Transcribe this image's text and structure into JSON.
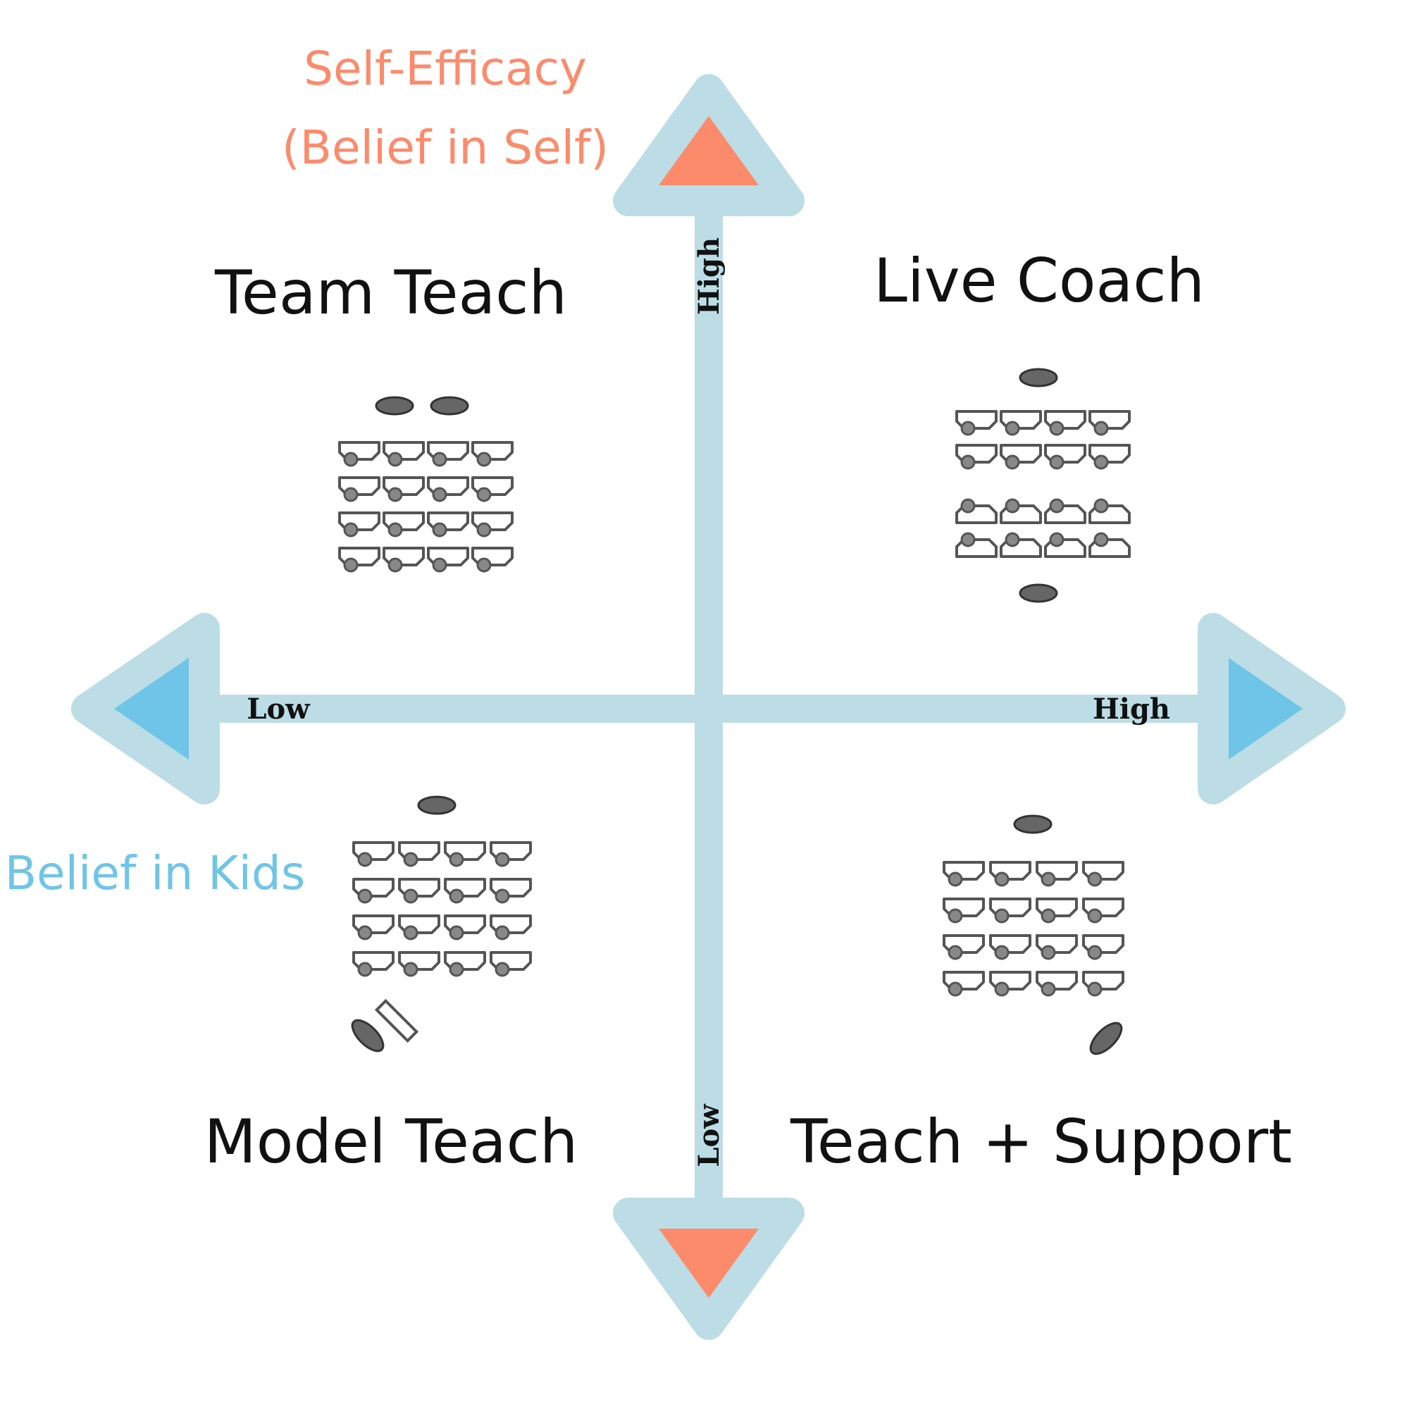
{
  "diagram": {
    "colors": {
      "axis": "#bcdde5",
      "up_down_arrow_fill": "#fc8b6c",
      "left_right_arrow_fill": "#6fc5e8",
      "self_efficacy_text": "#fc8b6c",
      "belief_in_kids_text": "#6fc5e8",
      "quadrant_text": "#111111",
      "seat": "#555555",
      "teacher": "#666666"
    },
    "vertical_axis": {
      "title_line1": "Self-Efficacy",
      "title_line2": "(Belief in Self)",
      "high_label": "High",
      "low_label": "Low"
    },
    "horizontal_axis": {
      "title": "Belief in Kids",
      "low_label": "Low",
      "high_label": "High"
    },
    "quadrants": {
      "top_left": "Team Teach",
      "top_right": "Live Coach",
      "bottom_left": "Model Teach",
      "bottom_right": "Teach + Support"
    },
    "icons": {
      "top_left": "classroom-two-teachers-front-icon",
      "top_right": "classroom-teacher-front-and-back-icon",
      "bottom_left": "classroom-teacher-front-observer-corner-icon",
      "bottom_right": "classroom-teacher-front-support-corner-icon"
    }
  }
}
